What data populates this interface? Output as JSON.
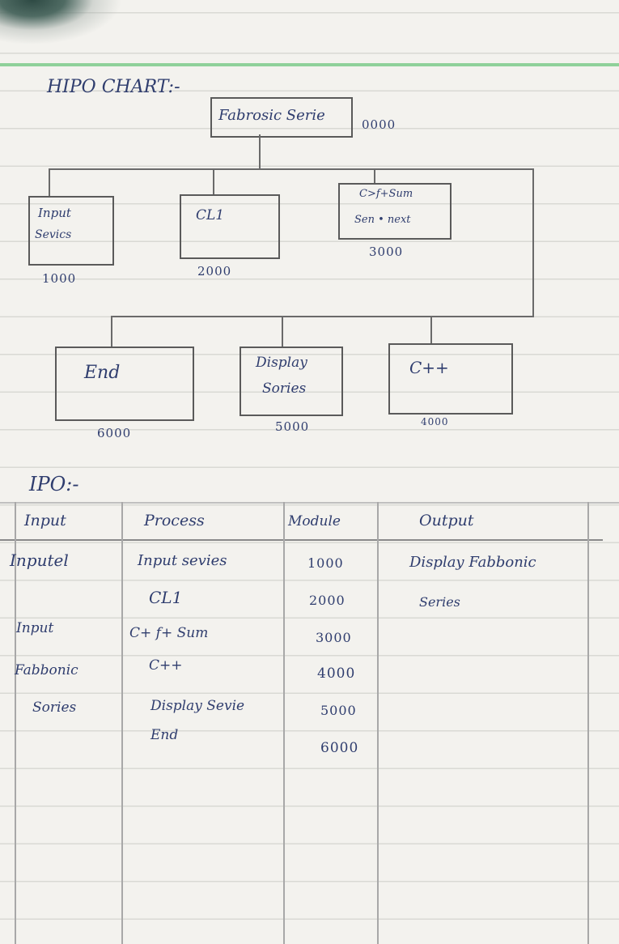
{
  "hipo": {
    "heading": "HIPO CHART:-",
    "root": {
      "label": "Fabrosic Serie",
      "code": "0000"
    },
    "level1": [
      {
        "label_line1": "Input",
        "label_line2": "Sevics",
        "code": "1000"
      },
      {
        "label_line1": "CL1",
        "label_line2": "",
        "code": "2000"
      },
      {
        "label_line1": "C>f+Sum",
        "label_line2": "Sen • next",
        "code": "3000"
      }
    ],
    "level2": [
      {
        "label_line1": "End",
        "label_line2": "",
        "code": "6000"
      },
      {
        "label_line1": "Display",
        "label_line2": "Sories",
        "code": "5000"
      },
      {
        "label_line1": "C++",
        "label_line2": "",
        "code": "4000"
      }
    ]
  },
  "ipo": {
    "heading": "IPO:-",
    "headers": {
      "input": "Input",
      "process": "Process",
      "module": "Module",
      "output": "Output"
    },
    "input_lines": [
      "Inputel",
      "",
      "Input",
      "Fabbonic",
      "Sories"
    ],
    "process_lines": [
      "Input sevies",
      "CL1",
      "C+ f+ Sum",
      "C++",
      "Display Sevie",
      "End"
    ],
    "module_lines": [
      "1000",
      "2000",
      "3000",
      "4000",
      "5000",
      "6000"
    ],
    "output_lines": [
      "Display Fabbonic",
      "Series"
    ]
  }
}
